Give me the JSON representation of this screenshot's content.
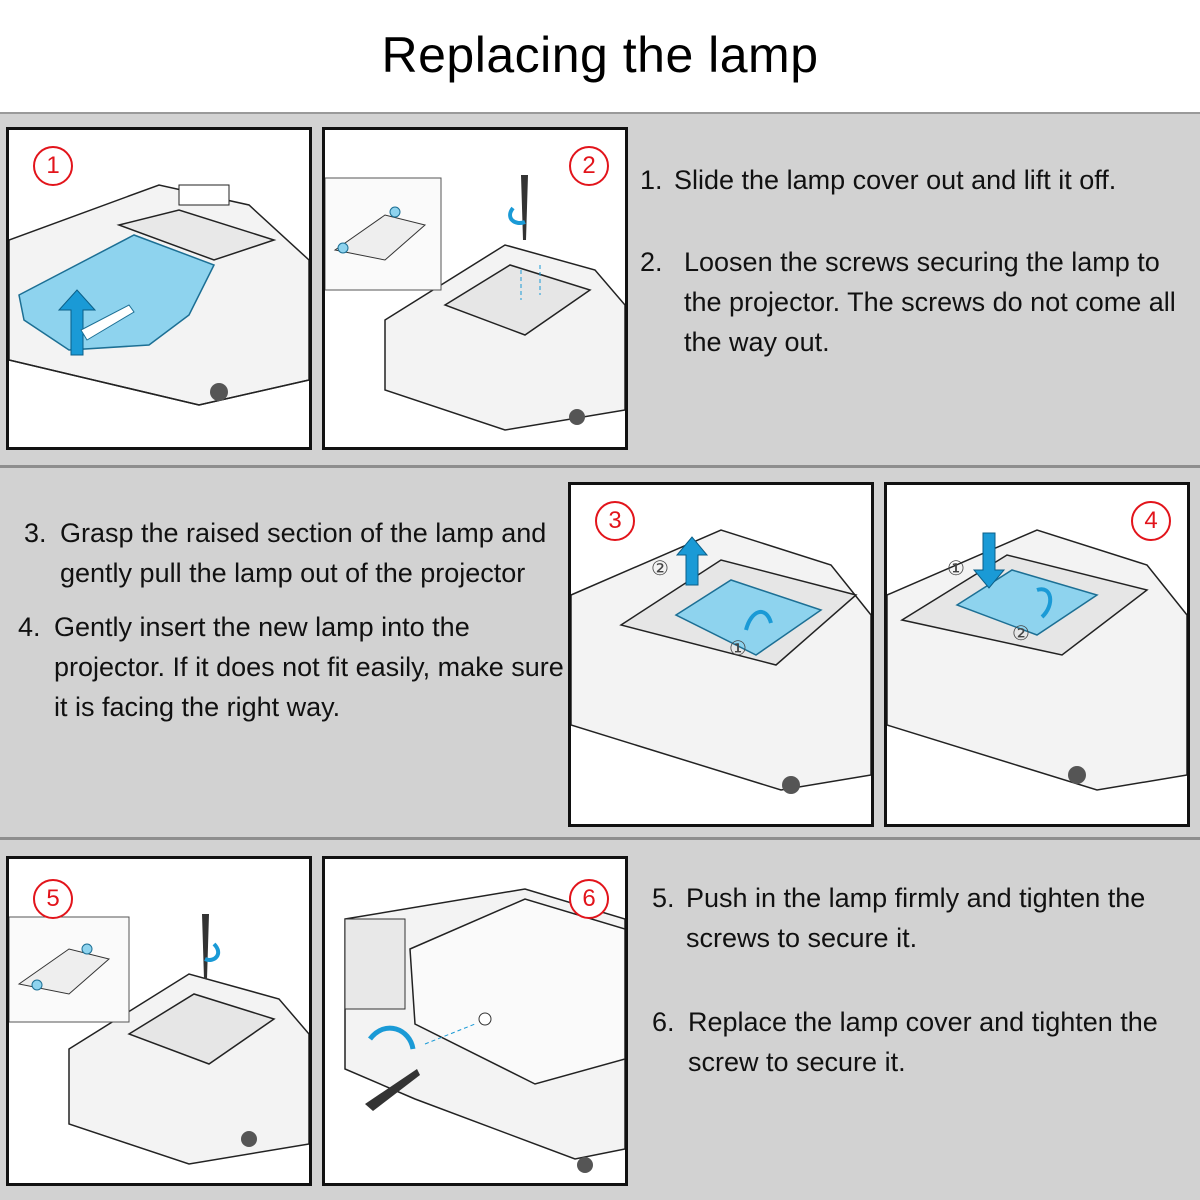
{
  "title": "Replacing the lamp",
  "colors": {
    "badge": "#e2141b",
    "highlight": "#8ed3ee",
    "band": "#d2d2d2"
  },
  "panels": [
    {
      "badge": "1",
      "caption_icon": "lamp-cover-arrow-icon"
    },
    {
      "badge": "2",
      "caption_icon": "screwdriver-loosen-icon"
    },
    {
      "badge": "3",
      "caption_icon": "lamp-pull-arrow-icon",
      "callouts": [
        "②",
        "①"
      ]
    },
    {
      "badge": "4",
      "caption_icon": "lamp-insert-arrow-icon",
      "callouts": [
        "①",
        "②"
      ]
    },
    {
      "badge": "5",
      "caption_icon": "screwdriver-tighten-icon"
    },
    {
      "badge": "6",
      "caption_icon": "cover-screw-icon"
    }
  ],
  "steps": [
    {
      "num": "1.",
      "text": "Slide the lamp cover out and lift it off."
    },
    {
      "num": "2.",
      "text": "Loosen the screws securing the lamp to the projector. The screws do not come all the way out."
    },
    {
      "num": "3.",
      "text": "Grasp the raised section of the lamp and gently pull the lamp out of the projector"
    },
    {
      "num": "4.",
      "text": "Gently insert the new lamp into the projector. If it does not fit easily, make sure it is facing the right way."
    },
    {
      "num": "5.",
      "text": "Push in the lamp firmly and tighten the screws to secure it."
    },
    {
      "num": "6.",
      "text": "Replace the lamp cover and tighten the screw to secure it."
    }
  ]
}
